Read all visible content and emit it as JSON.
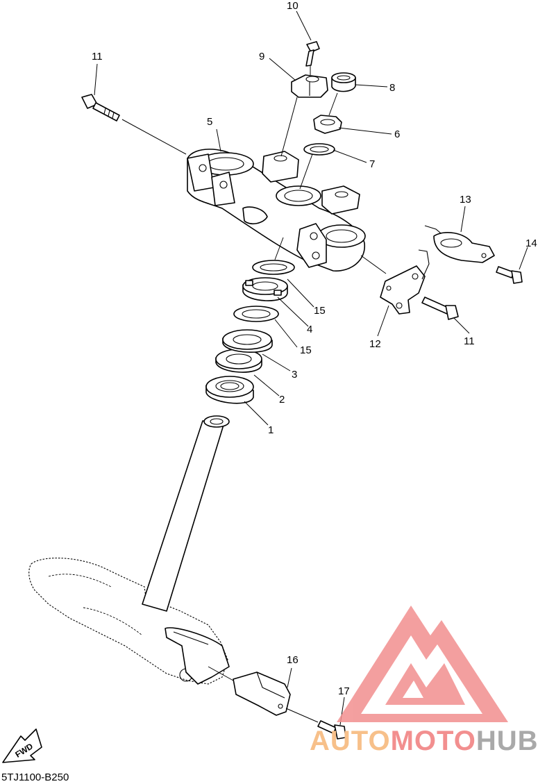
{
  "diagram": {
    "callouts": [
      "10",
      "11",
      "9",
      "8",
      "5",
      "6",
      "7",
      "13",
      "14",
      "15",
      "4",
      "12",
      "11",
      "15",
      "3",
      "2",
      "1",
      "16",
      "17"
    ],
    "fwd_label": "FWD",
    "part_code": "5TJ1100-B250"
  },
  "watermark": {
    "part1": "AUTO",
    "part2": "MOTO",
    "part3": "HUB",
    "colors": {
      "auto": "#f7c08a",
      "moto": "#f28f8f",
      "hub": "#a9a9a9",
      "triangle": "#f28f8f"
    }
  }
}
